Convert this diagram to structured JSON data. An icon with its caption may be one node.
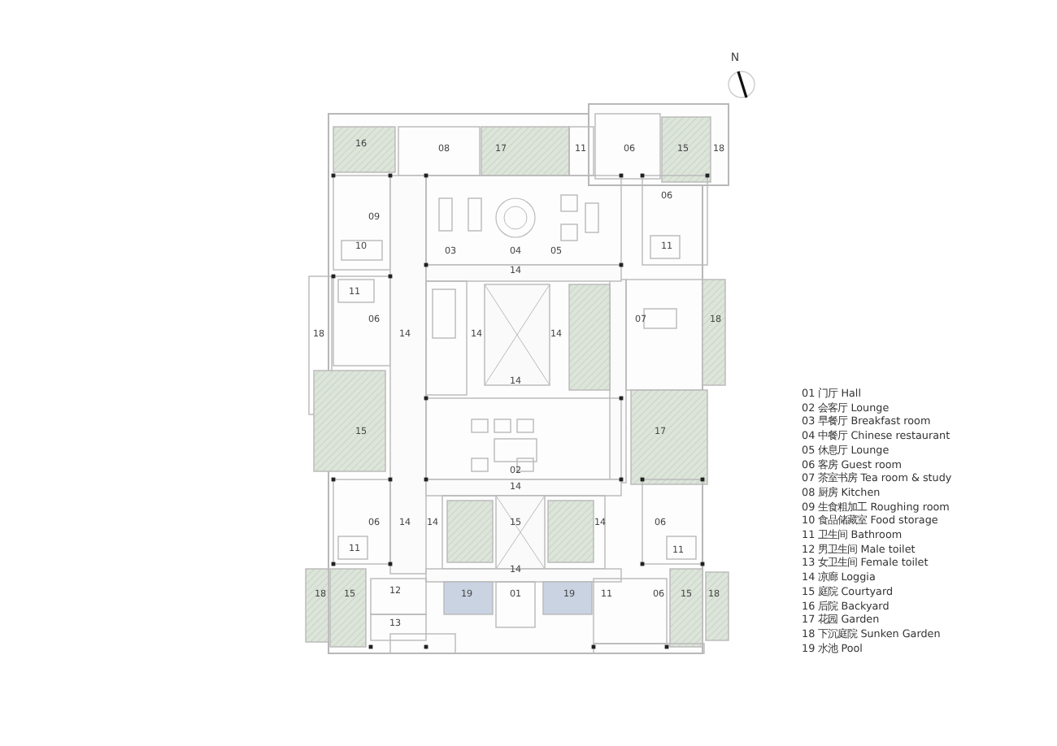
{
  "diagram": {
    "labels": [
      "N",
      "16",
      "08",
      "17",
      "11",
      "06",
      "15",
      "18",
      "06",
      "09",
      "10",
      "11",
      "03",
      "04",
      "05",
      "14",
      "11",
      "06",
      "07",
      "18",
      "18",
      "14",
      "14",
      "14",
      "14",
      "15",
      "17",
      "02",
      "14",
      "06",
      "14",
      "14",
      "15",
      "14",
      "06",
      "11",
      "11",
      "14",
      "12",
      "18",
      "15",
      "19",
      "01",
      "19",
      "11",
      "06",
      "15",
      "18",
      "13",
      "01 门厅 Hall",
      "02 会客厅 Lounge",
      "03 早餐厅 Breakfast room",
      "04 中餐厅 Chinese restaurant",
      "05 休息厅 Lounge",
      "06 客房 Guest room",
      "07 茶室书房 Tea room & study",
      "08 厨房 Kitchen",
      "09 生食粗加工 Roughing room",
      "10 食品储藏室 Food storage",
      "11 卫生间 Bathroom",
      "12 男卫生间 Male toilet",
      "13 女卫生间 Female toilet",
      "14 凉廊 Loggia",
      "15 庭院 Courtyard",
      "16 后院 Backyard",
      "17 花园 Garden",
      "18 下沉庭院 Sunken Garden",
      "19 水池 Pool"
    ]
  }
}
